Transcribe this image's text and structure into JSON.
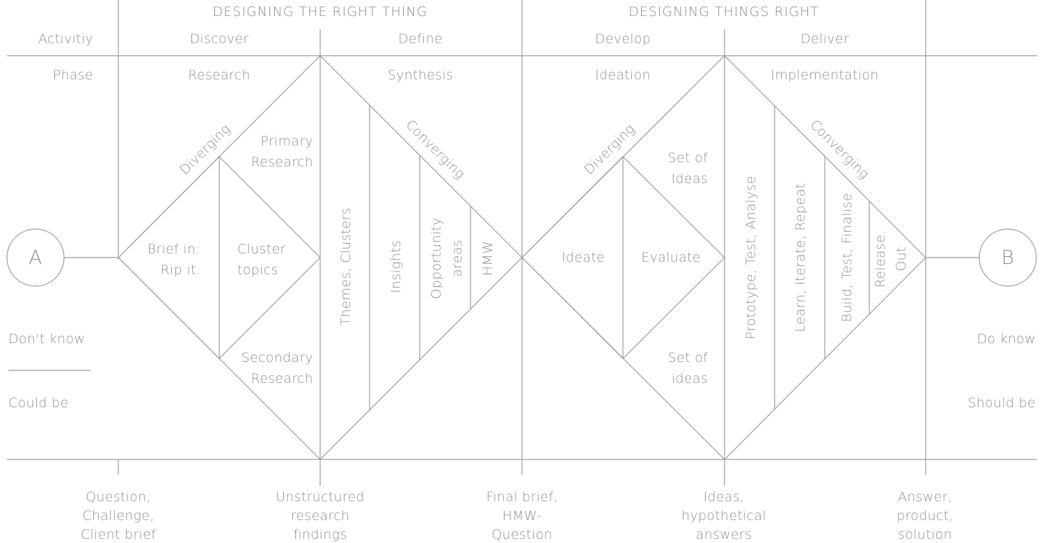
{
  "headers": {
    "left": "DESIGNING THE RIGHT THING",
    "right": "DESIGNING THINGS RIGHT"
  },
  "row_labels": {
    "activity": "Activitiy",
    "phase": "Phase"
  },
  "activities": {
    "discover": "Discover",
    "define": "Define",
    "develop": "Develop",
    "deliver": "Deliver"
  },
  "phases": {
    "research": "Research",
    "synthesis": "Synthesis",
    "ideation": "Ideation",
    "implementation": "Implementation"
  },
  "nodes": {
    "start": "A",
    "end": "B"
  },
  "diamond1": {
    "diverging": "Diverging",
    "converging": "Converging",
    "primary_research": [
      "Primary",
      "Research"
    ],
    "secondary_research": [
      "Secondary",
      "Research"
    ],
    "brief": [
      "Brief in:",
      "Rip it."
    ],
    "cluster": [
      "Cluster",
      "topics"
    ],
    "strips": {
      "themes": "Themes, Clusters",
      "insights": "Insights",
      "opportunity": [
        "Opportunity",
        "areas"
      ],
      "hmw": "HMW"
    }
  },
  "diamond2": {
    "diverging": "Diverging",
    "converging": "Converging",
    "set_of_ideas_top": [
      "Set of",
      "Ideas"
    ],
    "set_of_ideas_bottom": [
      "Set of",
      "ideas"
    ],
    "ideate": "Ideate",
    "evaluate": "Evaluate",
    "strips": {
      "prototype": "Prototype, Test, Analyse",
      "learn": "Learn, Iterate, Repeat",
      "build": "Build, Test, Finalise",
      "release": [
        "Release.",
        "Out"
      ]
    }
  },
  "side_labels": {
    "left": {
      "top": "Don't know",
      "bottom": "Could be"
    },
    "right": {
      "top": "Do know",
      "bottom": "Should be"
    }
  },
  "outputs": [
    [
      "Question,",
      "Challenge,",
      "Client brief"
    ],
    [
      "Unstructured",
      "research",
      "findings"
    ],
    [
      "Final brief,",
      "HMW-",
      "Question"
    ],
    [
      "Ideas,",
      "hypothetical",
      "answers"
    ],
    [
      "Answer,",
      "product,",
      "solution"
    ]
  ],
  "colors": {
    "line": "#9b9b9b",
    "text": "#8f8f8f"
  }
}
